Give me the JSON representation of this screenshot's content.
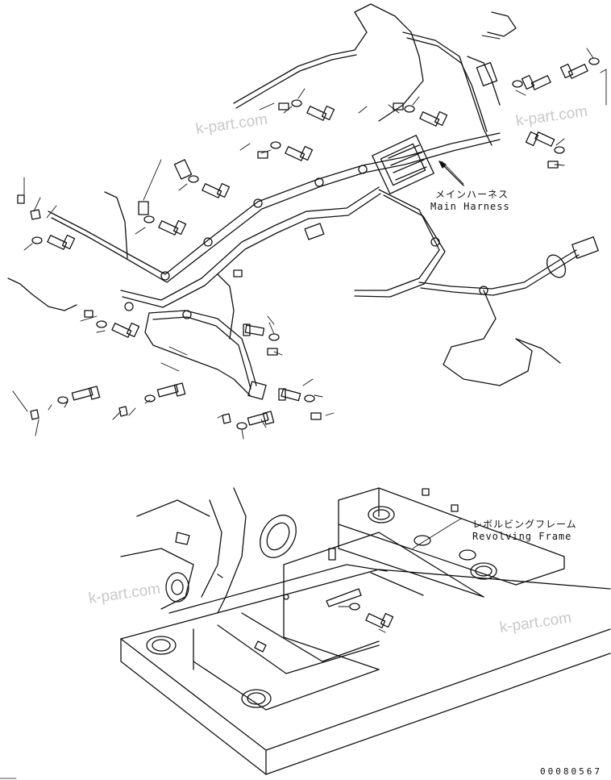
{
  "labels": {
    "main_harness_jp": "メインハーネス",
    "main_harness_en": "Main Harness",
    "revolving_frame_jp": "レボルビングフレーム",
    "revolving_frame_en": "Revolving Frame"
  },
  "watermarks": [
    "k-part.com",
    "k-part.com",
    "k-part.com",
    "k-part.com"
  ],
  "doc_number": "00080567",
  "colors": {
    "line": "#111111",
    "watermark": "#c8c8c8",
    "background": "#ffffff"
  }
}
